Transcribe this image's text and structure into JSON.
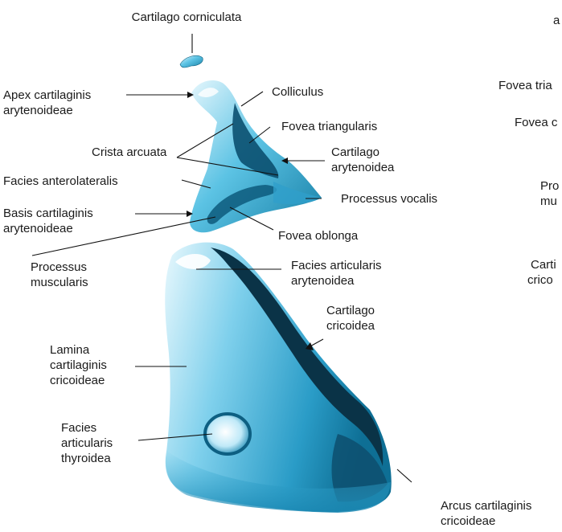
{
  "colors": {
    "cartilage_light": "#cdeefb",
    "cartilage_mid": "#3fb6dc",
    "cartilage_dark": "#0d6e92",
    "shadow": "#0a2a38",
    "text": "#1a1a1a"
  },
  "left_labels": {
    "corniculata": "Cartilago corniculata",
    "apex_1": "Apex cartilaginis",
    "apex_2": "arytenoideae",
    "colliculus": "Colliculus",
    "fovea_triangularis": "Fovea triangularis",
    "crista_arcuata": "Crista arcuata",
    "arytenoidea_1": "Cartilago",
    "arytenoidea_2": "arytenoidea",
    "facies_anterolateralis": "Facies anterolateralis",
    "processus_vocalis": "Processus vocalis",
    "basis_1": "Basis cartilaginis",
    "basis_2": "arytenoideae",
    "fovea_oblonga": "Fovea oblonga",
    "proc_musc_1": "Processus",
    "proc_musc_2": "muscularis",
    "facies_art_aryt_1": "Facies articularis",
    "facies_art_aryt_2": "arytenoidea",
    "cricoidea_1": "Cartilago",
    "cricoidea_2": "cricoidea",
    "lamina_1": "Lamina",
    "lamina_2": "cartilaginis",
    "lamina_3": "cricoideae",
    "facies_thy_1": "Facies",
    "facies_thy_2": "articularis",
    "facies_thy_3": "thyroidea",
    "arcus_1": "Arcus cartilaginis",
    "arcus_2": "cricoideae"
  },
  "right_fragments": {
    "a": "a",
    "fovea_tria": "Fovea tria",
    "fovea_c": "Fovea c",
    "pro": "Pro",
    "mu": "mu",
    "carti": "Carti",
    "crico": "crico"
  }
}
